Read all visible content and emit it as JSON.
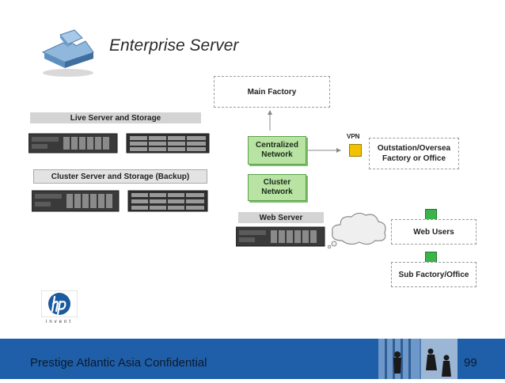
{
  "title": "Enterprise Server",
  "main_factory": "Main Factory",
  "live_server_label": "Live Server and Storage",
  "cluster_storage_label": "Cluster Server and Storage (Backup)",
  "centralized_network": "Centralized Network",
  "cluster_network": "Cluster Network",
  "vpn": "VPN",
  "outstation": "Outstation/Oversea Factory or Office",
  "web_server": "Web Server",
  "web_users": "Web Users",
  "sub_factory": "Sub Factory/Office",
  "logo_text": "invent",
  "footer_text": "Prestige Atlantic Asia Confidential",
  "page_number": "99",
  "colors": {
    "footer_blue": "#1f5fa9",
    "green_node": "#b8e3a2",
    "vpn_yellow": "#f2c200",
    "hp_blue": "#1b5a9e"
  }
}
